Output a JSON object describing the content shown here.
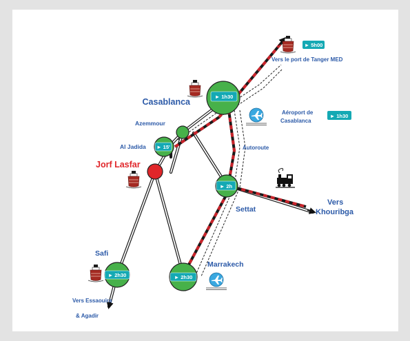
{
  "cities": {
    "casablanca": "Casablanca",
    "azemmour": "Azemmour",
    "al_jadida": "Al Jadida",
    "jorf_lasfar": "Jorf Lasfar",
    "settat": "Settat",
    "marrakech": "Marrakech",
    "safi": "Safi"
  },
  "destinations": {
    "tanger_med": "Vers le port de Tanger MED",
    "khouribga_1": "Vers",
    "khouribga_2": "Khouribga",
    "essaouira_1": "Vers Essaouira",
    "essaouira_2": "& Agadir"
  },
  "labels": {
    "airport_1": "Aéroport de",
    "airport_2": "Casablanca",
    "autoroute": "Autoroute"
  },
  "times": {
    "casablanca": "► 1h30",
    "al_jadida": "► 15'",
    "settat": "► 2h",
    "safi": "► 2h30",
    "marrakech": "► 2h30",
    "tanger_med": "► 5h00",
    "airport": "► 1h30"
  },
  "colors": {
    "city_text": "#2c5aa8",
    "jorf_text": "#e0262a",
    "node_fill": "#47b14a",
    "jorf_node": "#e0262a",
    "badge": "#14a9b4",
    "rail": "#c8242b",
    "road": "#1a1a1a"
  },
  "icons": [
    "ship-icon",
    "airplane-icon",
    "train-icon"
  ]
}
